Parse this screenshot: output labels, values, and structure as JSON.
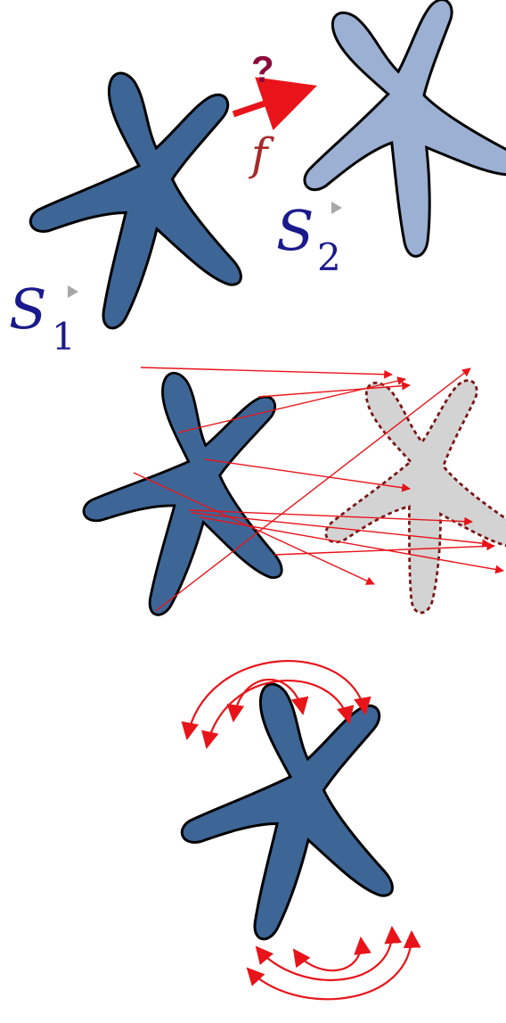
{
  "panel1": {
    "question_mark": "?",
    "function_label": "f",
    "source_shape": {
      "symbol": "S",
      "subscript": "1"
    },
    "target_shape": {
      "symbol": "S",
      "subscript": "2"
    }
  },
  "colors": {
    "shape_dark": "#3D6697",
    "shape_light": "#9BB0D3",
    "shape_gray": "#D3D3D3",
    "outline": "#000000",
    "dashed_outline": "#7A1515",
    "arrow_red": "#E8141A",
    "question_mark": "#8B0A3A",
    "label_f": "#A52A2A",
    "label_s": "#1A1A8C",
    "marker_gray": "#A8A8A8"
  }
}
